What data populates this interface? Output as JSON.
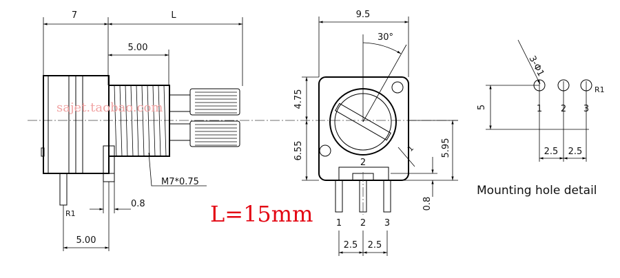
{
  "side_view": {
    "dim_body": "7",
    "dim_shaft_length": "L",
    "dim_thread": "5.00",
    "thread_label": "M7*0.75",
    "dim_pin_offset": "0.8",
    "pin_label": "R1",
    "dim_pin_spacing": "5.00"
  },
  "watermark": "sajet.taobao.com",
  "shaft_length_note": "L=15mm",
  "front_view": {
    "dim_width": "9.5",
    "dim_upper": "4.75",
    "dim_lower": "6.55",
    "dim_right": "5.95",
    "dim_bottom": "0.8",
    "angle": "30°",
    "pin_marker_1": "1",
    "pin_marker_2": "2",
    "pins": [
      "1",
      "2",
      "3"
    ],
    "pitch": [
      "2.5",
      "2.5"
    ]
  },
  "hole_detail": {
    "hole_label": "3-Φ1",
    "pin_label": "R1",
    "dim_height": "5",
    "pins": [
      "1",
      "2",
      "3"
    ],
    "pitch": [
      "2.5",
      "2.5"
    ],
    "caption": "Mounting hole detail"
  }
}
